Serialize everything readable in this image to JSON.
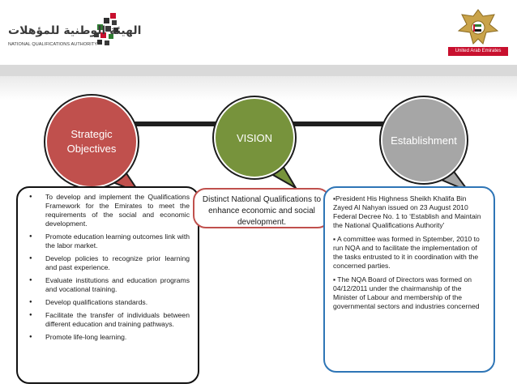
{
  "header": {
    "logo_arabic": "الهيئة الوطنية للمؤهلات",
    "logo_english": "NATIONAL QUALIFICATIONS AUTHORITY",
    "uae_label": "United Arab Emirates"
  },
  "circles": {
    "strategic": "Strategic Objectives",
    "vision": "VISION",
    "establishment": "Establishment"
  },
  "vision_text": "Distinct National Qualifications to enhance economic and social development.",
  "objectives": [
    "To develop and implement the Qualifications Framework for the Emirates to meet the requirements of the social and economic development.",
    "Promote education learning outcomes link with the labor market.",
    "Develop policies to recognize prior learning and past experience.",
    "Evaluate institutions and education programs and vocational training.",
    "Develop qualifications standards.",
    "Facilitate the transfer of individuals between different education and training pathways.",
    "Promote life-long learning."
  ],
  "establishment_points": [
    "▪President His Highness Sheikh Khalifa Bin Zayed Al Nahyan issued on 23 August 2010 Federal Decree No. 1 to ‘Establish and Maintain the National Qualifications Authority’",
    "▪ A committee was formed in Sptember, 2010 to run NQA and to facilitate the implementation of the tasks entrusted to it in coordination with the concerned parties.",
    "▪ The NQA Board of Directors was formed on 04/12/2011 under the chairmanship of the Minister of Labour and membership of the governmental sectors and industries concerned"
  ],
  "colors": {
    "strategic": "#c0504d",
    "vision": "#77933c",
    "establishment": "#a6a6a6",
    "establishment_border": "#2e75b6"
  }
}
